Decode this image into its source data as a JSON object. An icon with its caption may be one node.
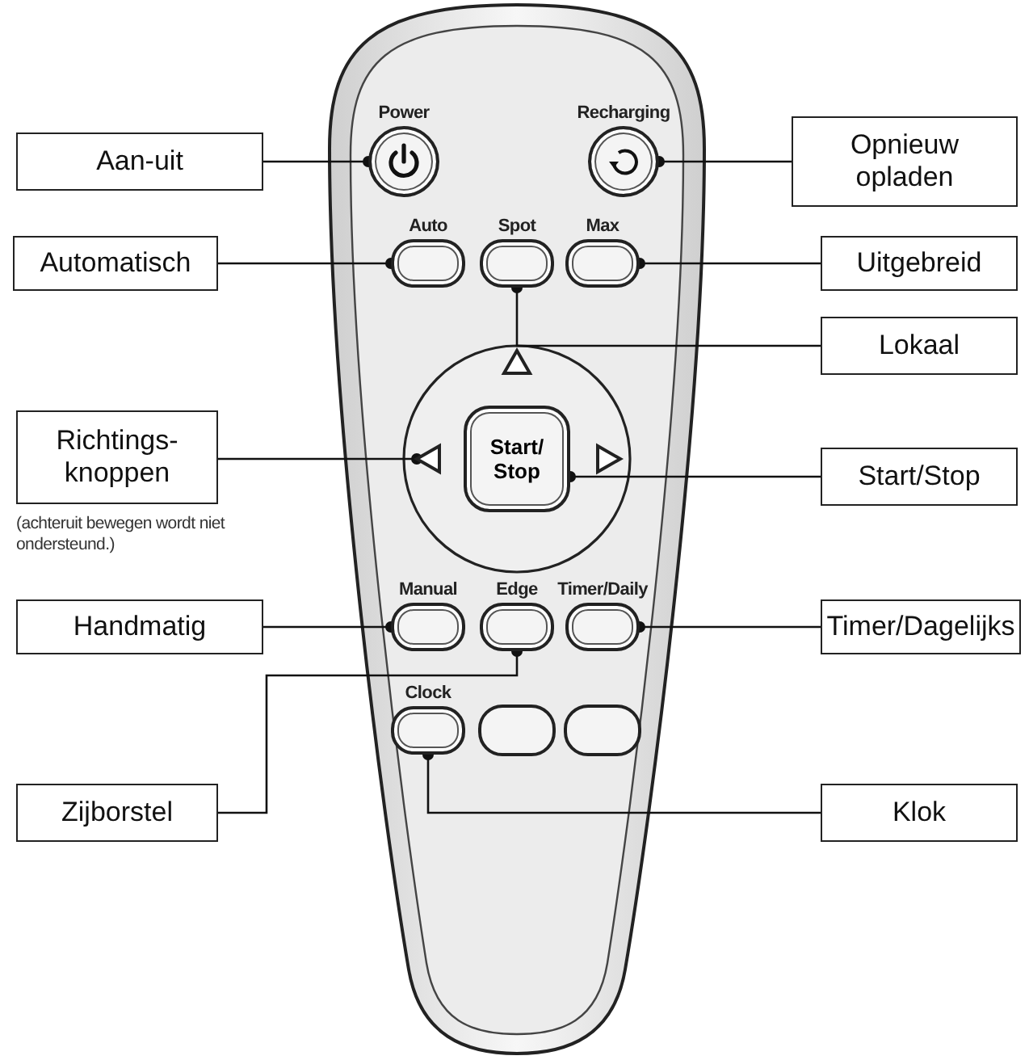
{
  "diagram": {
    "nodes": [
      {
        "text": [
          "Aan-uit"
        ]
      },
      {
        "text": [
          "Power"
        ]
      },
      {
        "text": [
          "Recharging"
        ]
      },
      {
        "text": [
          "Opnieuw opladen"
        ]
      },
      {
        "text": [
          "Automatisch"
        ]
      },
      {
        "text": [
          "Auto"
        ]
      },
      {
        "text": [
          "Spot"
        ]
      },
      {
        "text": [
          "Max"
        ]
      },
      {
        "text": [
          "Uitgebreid"
        ]
      },
      {
        "text": [
          "Lokaal"
        ]
      },
      {
        "text": [
          "Richtings- knoppen"
        ],
        "beside": [
          "(achteruit bewegen wordt niet ondersteund.)"
        ]
      },
      {
        "text": [],
        "shape": "triangle"
      },
      {
        "text": [
          "Start/ Stop"
        ]
      },
      {
        "text": [
          "Start/Stop"
        ]
      },
      {
        "text": [
          "Manual"
        ]
      },
      {
        "text": [
          "Edge"
        ]
      },
      {
        "text": [
          "Timer/Daily"
        ]
      },
      {
        "text": [
          "Handmatig"
        ]
      },
      {
        "text": [
          "Timer/Dagelijks"
        ]
      },
      {
        "text": [
          "Zijborstel"
        ]
      },
      {
        "text": [
          "Clock"
        ]
      },
      {
        "text": [
          "Klok"
        ]
      }
    ],
    "edges": [
      {
        "from": 0,
        "to": 1,
        "arrow": "other"
      },
      {
        "from": 3,
        "to": 2,
        "arrow": "other"
      },
      {
        "from": 4,
        "to": 5,
        "arrow": "other"
      },
      {
        "from": 8,
        "to": 7,
        "arrow": "other"
      },
      {
        "from": 9,
        "to": 6,
        "arrow": "other"
      },
      {
        "from": 10,
        "to": 11,
        "arrow": "other"
      },
      {
        "from": 13,
        "to": 12,
        "arrow": "other"
      },
      {
        "from": 17,
        "to": 14,
        "arrow": "other"
      },
      {
        "from": 18,
        "to": 16,
        "arrow": "other"
      },
      {
        "from": 19,
        "to": 15,
        "arrow": "other"
      },
      {
        "from": 21,
        "to": 20,
        "arrow": "other"
      }
    ]
  }
}
